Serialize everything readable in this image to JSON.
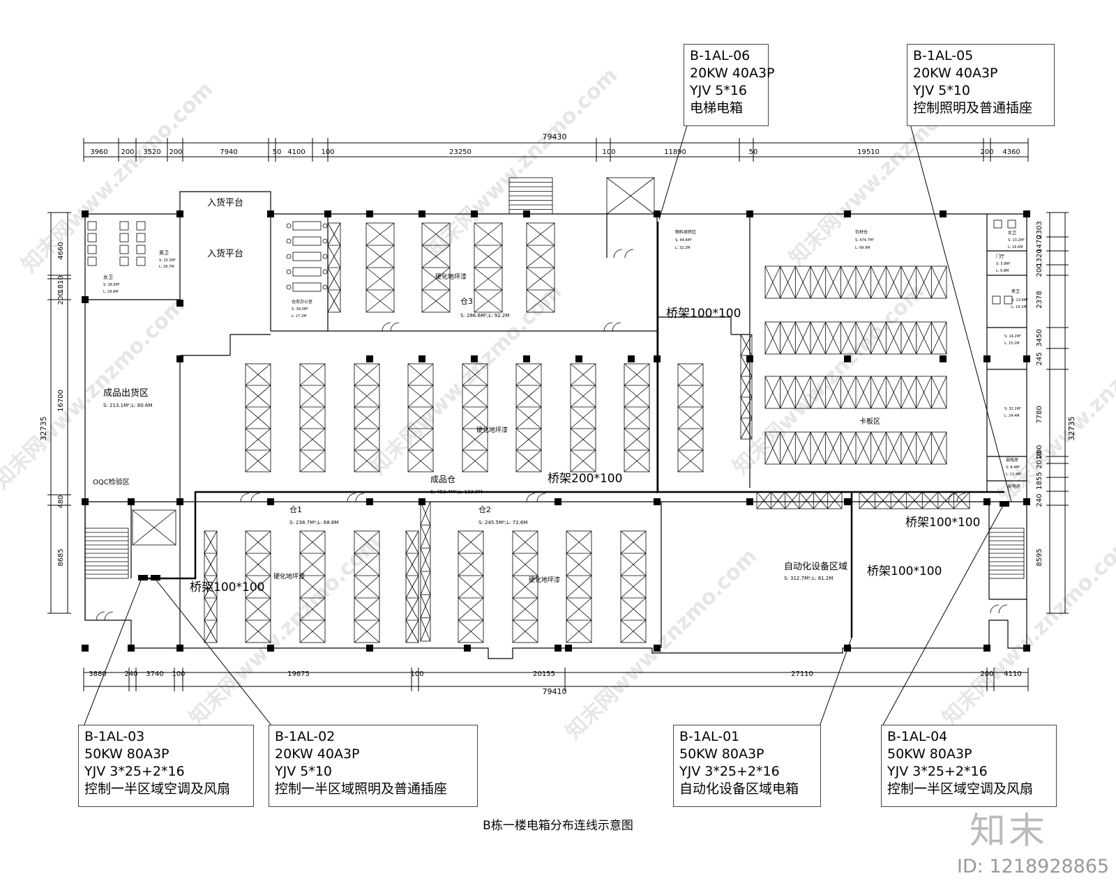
{
  "title": "B栋一楼电箱分布连线示意图",
  "logo": "知末",
  "doc_id": "ID: 1218928865",
  "watermark": "知末网www.znzmo.com",
  "dims": {
    "top_total": "79430",
    "top_segments": [
      "3960",
      "200",
      "3520",
      "200",
      "7940",
      "50",
      "4100",
      "100",
      "23250",
      "100",
      "11890",
      "50",
      "19510",
      "200",
      "4360"
    ],
    "bottom_total": "79410",
    "bottom_segments": [
      "3880",
      "240",
      "3740",
      "100",
      "19675",
      "100",
      "20155",
      "27110",
      "200",
      "4110"
    ],
    "left_total": "32735",
    "left_segments": [
      "4660",
      "200",
      "1810",
      "16700",
      "480",
      "8685"
    ],
    "right_total": "32735",
    "right_segments": [
      "2303",
      "1470",
      "1320",
      "200",
      "2378",
      "3450",
      "245",
      "7780",
      "200",
      "2010",
      "1855",
      "240",
      "8595"
    ]
  },
  "callouts": [
    {
      "id": "B-1AL-06",
      "lines": [
        "B-1AL-06",
        "20KW 40A3P",
        "YJV 5*16",
        "电梯电箱"
      ]
    },
    {
      "id": "B-1AL-05",
      "lines": [
        "B-1AL-05",
        "20KW 40A3P",
        "YJV 5*10",
        "控制照明及普通插座"
      ]
    },
    {
      "id": "B-1AL-03",
      "lines": [
        "B-1AL-03",
        "50KW 80A3P",
        "YJV 3*25+2*16",
        "控制一半区域空调及风扇"
      ]
    },
    {
      "id": "B-1AL-02",
      "lines": [
        "B-1AL-02",
        "20KW 40A3P",
        "YJV 5*10",
        "控制一半区域照明及普通插座"
      ]
    },
    {
      "id": "B-1AL-01",
      "lines": [
        "B-1AL-01",
        "50KW 80A3P",
        "YJV 3*25+2*16",
        "自动化设备区域电箱"
      ]
    },
    {
      "id": "B-1AL-04",
      "lines": [
        "B-1AL-04",
        "50KW 80A3P",
        "YJV 3*25+2*16",
        "控制一半区域空调及风扇"
      ]
    }
  ],
  "trays": [
    "桥架100*100",
    "桥架200*100",
    "桥架100*100",
    "桥架100*100",
    "桥架100*100"
  ],
  "rooms": {
    "r1": {
      "name": "入货平台"
    },
    "r2": {
      "name": "入货平台"
    },
    "r3": {
      "name": "男卫",
      "s": "S: 25.3M²",
      "l": "L: 26.7M"
    },
    "r4": {
      "name": "女卫",
      "s": "S: 28.9M²",
      "l": "L: 29.6M"
    },
    "r5": {
      "name": "仓库办公室",
      "s": "S: 39.0M²",
      "l": "L: 27.2M"
    },
    "r6": {
      "name": "硬化地坪漆"
    },
    "r7": {
      "name": "仓3",
      "sl": "S: 286.6M²;L: 92.2M"
    },
    "r8": {
      "name": "物料周转区",
      "s": "S: 44.8M²",
      "l": "L: 32.2M"
    },
    "r9": {
      "name": "包材仓",
      "s": "S: 474.7M²",
      "l": "L: 99.9M"
    },
    "r10": {
      "name": "女卫",
      "s": "S: 13.2M²",
      "l": "L: 16.6M"
    },
    "r11": {
      "name": "门厅",
      "s": "S: 5.8M²",
      "l": "L: 9.8M"
    },
    "r12": {
      "name": "男卫",
      "s": "S: 13.9M²",
      "l": "L: 16.1M"
    },
    "r13": {
      "s": "S: 14.2M²",
      "l": "L: 15.2M"
    },
    "r14": {
      "name": "成品出货区",
      "sl": "S: 213.1M²;L: 80.6M"
    },
    "r15": {
      "name": "硬化地坪漆"
    },
    "r16": {
      "name": "卡板区"
    },
    "r17": {
      "s": "S: 32.1M²",
      "l": "L: 24.4M"
    },
    "r18": {
      "name": "弱电房",
      "s": "S: 8.4M²",
      "l": "L: 12.4M"
    },
    "r19": {
      "name": "配电房"
    },
    "r20": {
      "name": "OQC检验区"
    },
    "r21": {
      "name": "成品仓",
      "sl": "S: 453.4M²;L: 133.9M"
    },
    "r22": {
      "name": "仓1",
      "sl": "S: 238.7M²;L: 68.8M"
    },
    "r23": {
      "name": "仓2",
      "sl": "S: 245.5M²;L: 72.6M"
    },
    "r24": {
      "name": "自动化设备区域",
      "sl": "S: 312.7M²;L: 81.2M"
    },
    "r25": {
      "name": "硬化地坪漆"
    },
    "r26": {
      "name": "硬化地坪漆"
    }
  }
}
